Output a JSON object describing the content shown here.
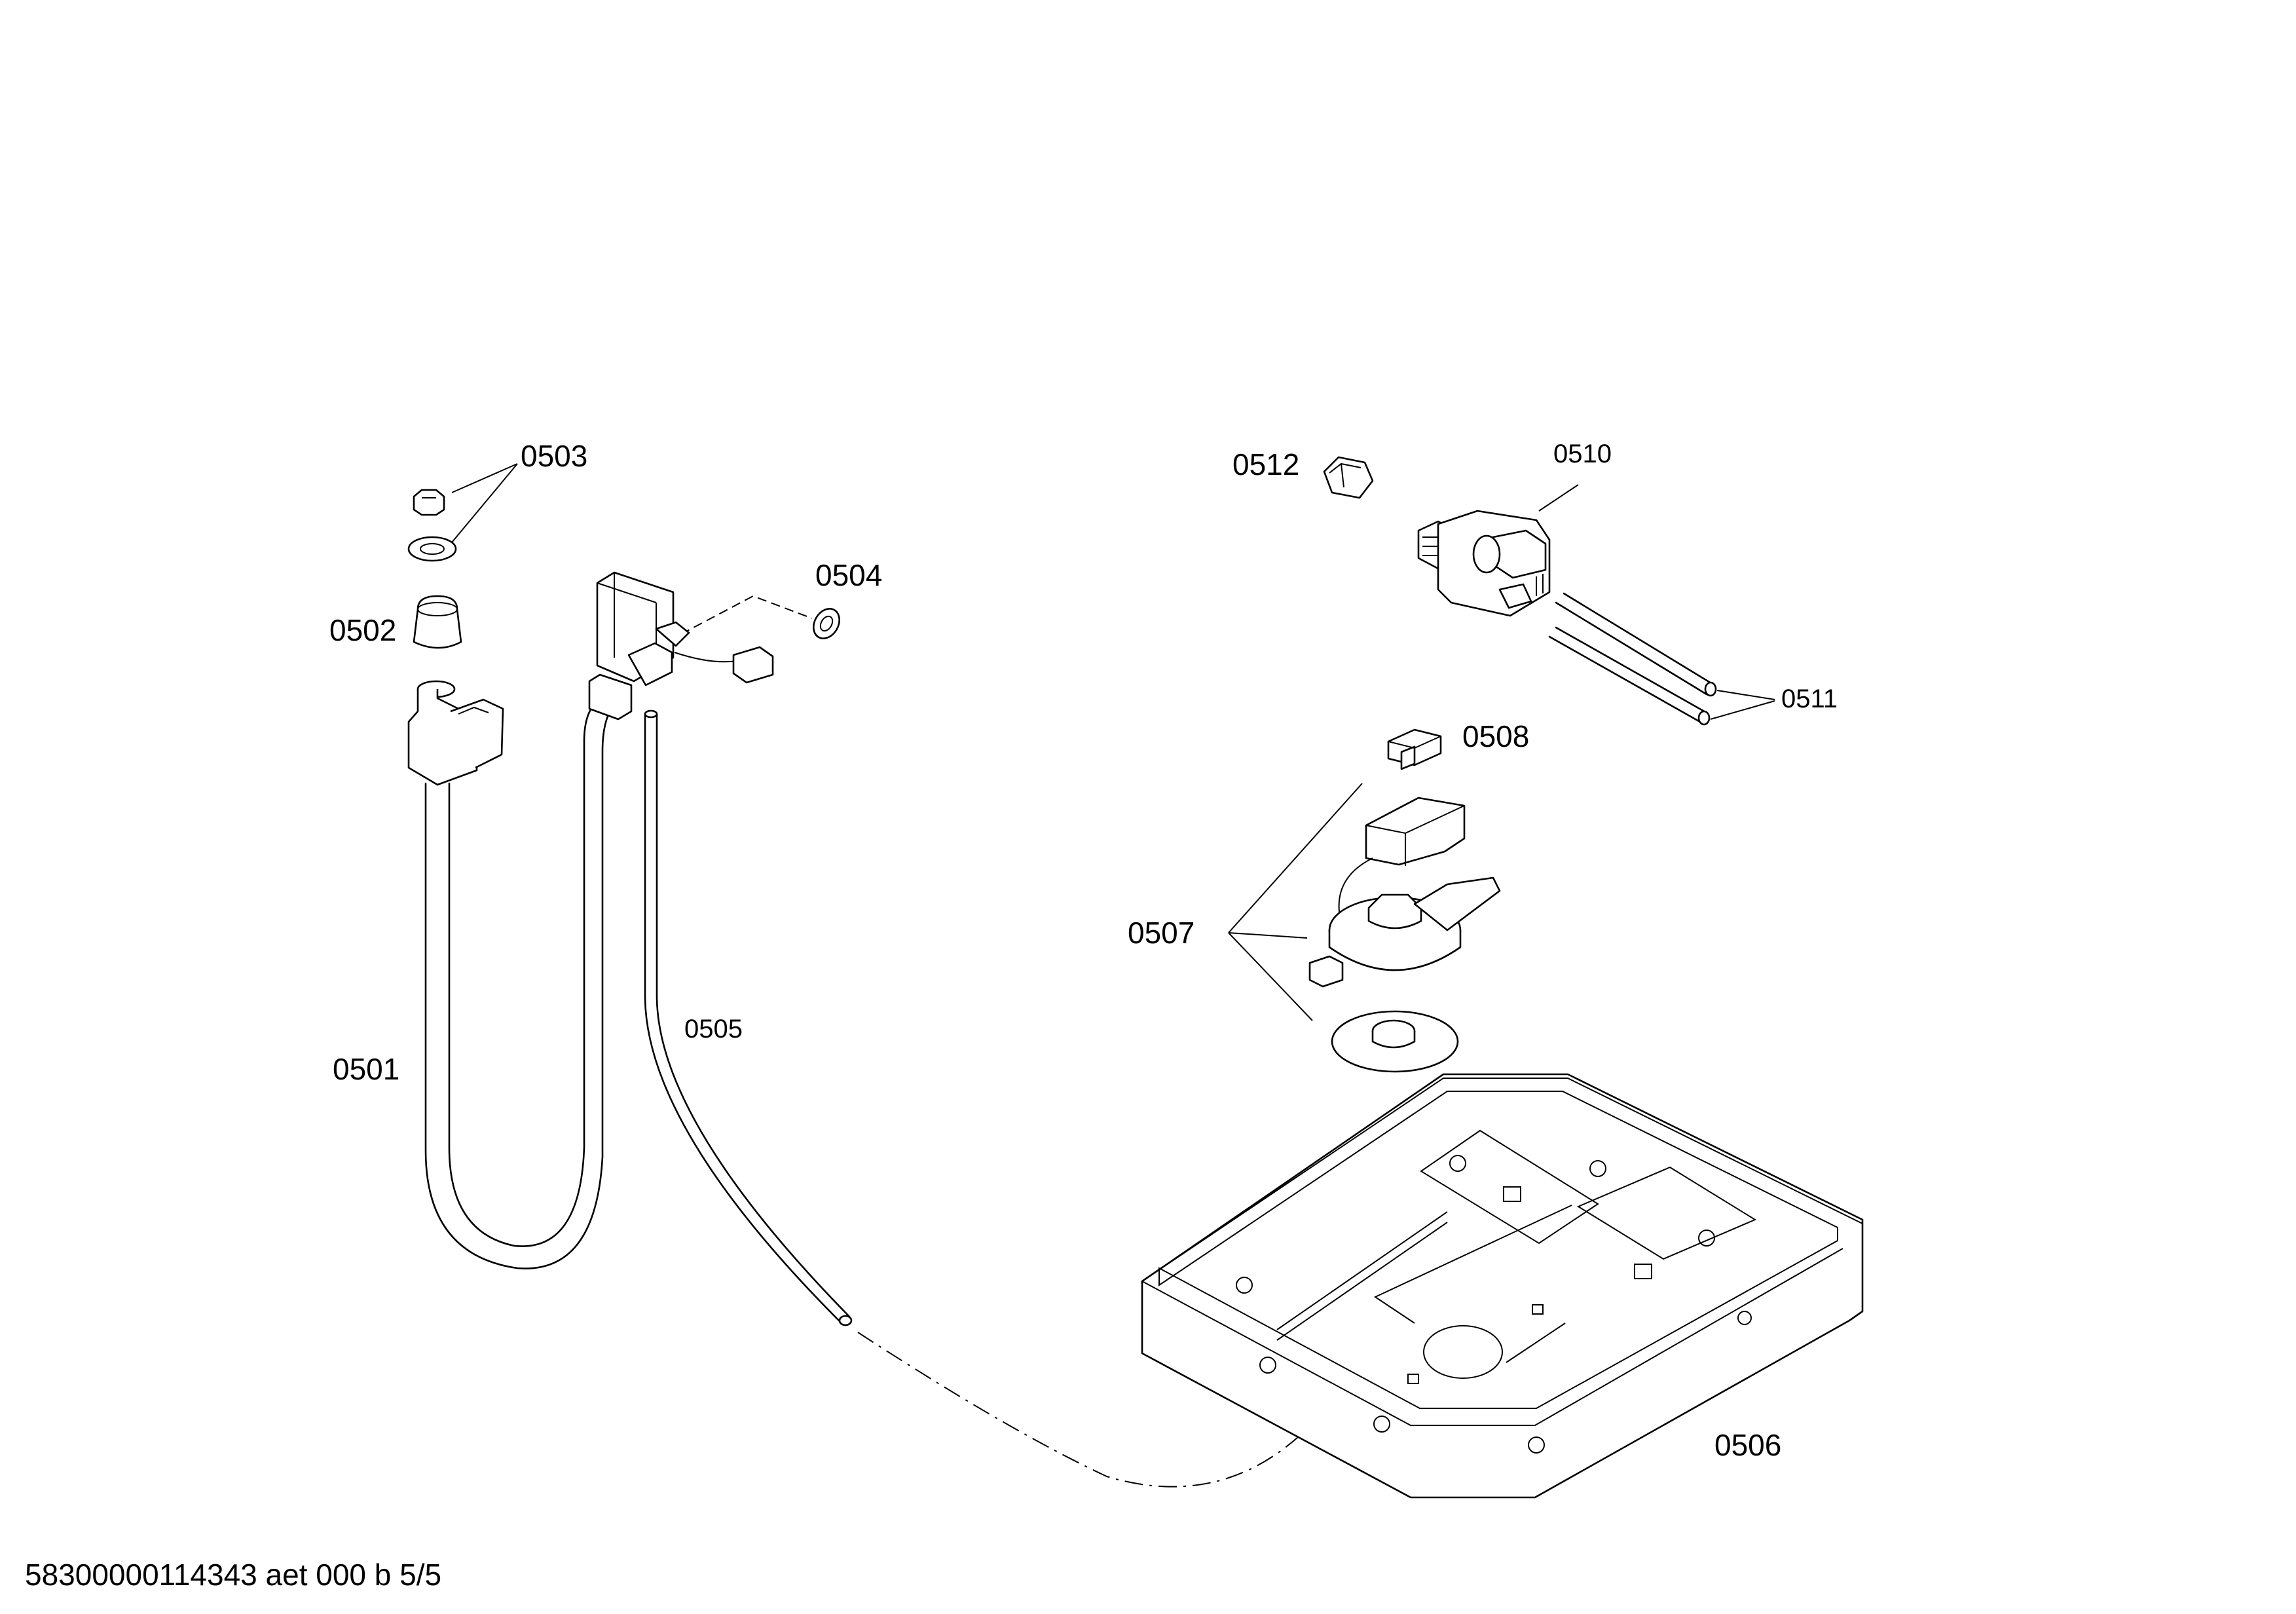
{
  "callouts": {
    "p0501": "0501",
    "p0502": "0502",
    "p0503": "0503",
    "p0504": "0504",
    "p0505": "0505",
    "p0506": "0506",
    "p0507": "0507",
    "p0508": "0508",
    "p0510": "0510",
    "p0511": "0511",
    "p0512": "0512"
  },
  "footer": {
    "doc_id": "58300000114343 aet 000 b 5/5"
  }
}
